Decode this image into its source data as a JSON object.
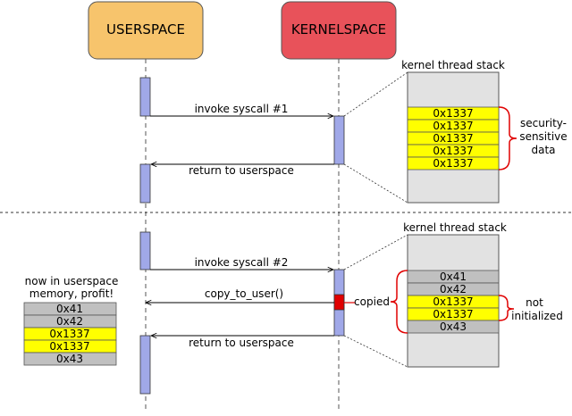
{
  "userspace": {
    "label": "USERSPACE",
    "color": "#f7c46c"
  },
  "kernelspace": {
    "label": "KERNELSPACE",
    "color": "#e8525a"
  },
  "top": {
    "invoke": "invoke syscall #1",
    "ret": "return to userspace",
    "stack_title": "kernel thread stack",
    "stack_cells": [
      "0x1337",
      "0x1337",
      "0x1337",
      "0x1337",
      "0x1337"
    ],
    "annotation": [
      "security-",
      "sensitive",
      "data"
    ]
  },
  "bottom": {
    "invoke": "invoke syscall #2",
    "copy": "copy_to_user()",
    "ret": "return to userspace",
    "stack_title": "kernel thread stack",
    "stack_cells": [
      "0x41",
      "0x42",
      "0x1337",
      "0x1337",
      "0x43"
    ],
    "copied": "copied",
    "not_init": [
      "not",
      "initialized"
    ],
    "user_note": [
      "now in userspace",
      "memory, profit!"
    ],
    "user_cells": [
      "0x41",
      "0x42",
      "0x1337",
      "0x1337",
      "0x43"
    ]
  },
  "colors": {
    "activation": "#a0a8e8",
    "stack_bg": "#e2e2e2",
    "grey_cell": "#c0c0c0",
    "yellow_cell": "#ffff00",
    "brace": "#e00000",
    "copy_marker": "#e00000"
  }
}
